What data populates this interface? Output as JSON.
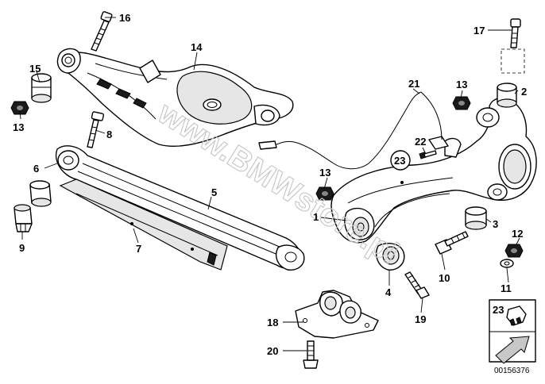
{
  "watermark": "www.BMWstore.pl",
  "diagram_code": "00156376",
  "legend_label": "23",
  "callouts": {
    "c1": "1",
    "c2": "2",
    "c3": "3",
    "c4": "4",
    "c5": "5",
    "c6": "6",
    "c7": "7",
    "c8": "8",
    "c9": "9",
    "c10": "10",
    "c11": "11",
    "c12": "12",
    "c13a": "13",
    "c13b": "13",
    "c13c": "13",
    "c14": "14",
    "c15": "15",
    "c16": "16",
    "c17": "17",
    "c18": "18",
    "c19": "19",
    "c20": "20",
    "c21": "21",
    "c22": "22",
    "c23": "23"
  }
}
